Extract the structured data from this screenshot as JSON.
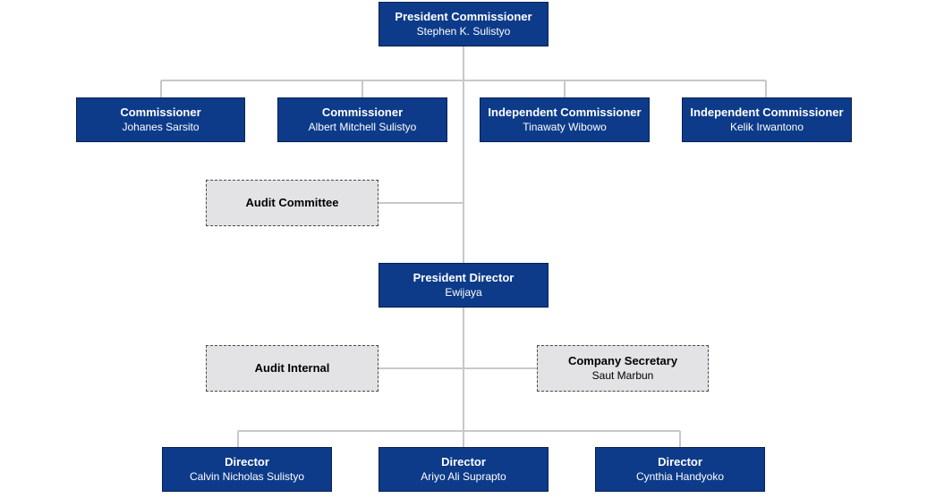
{
  "colors": {
    "primary_box": "#0d3b8a",
    "secondary_box": "#e3e3e5",
    "connector": "#c8c8c8"
  },
  "president_commissioner": {
    "title": "President Commissioner",
    "name": "Stephen K. Sulistyo"
  },
  "commissioners": [
    {
      "title": "Commissioner",
      "name": "Johanes Sarsito"
    },
    {
      "title": "Commissioner",
      "name": "Albert Mitchell Sulistyo"
    },
    {
      "title": "Independent Commissioner",
      "name": "Tinawaty Wibowo"
    },
    {
      "title": "Independent Commissioner",
      "name": "Kelik Irwantono"
    }
  ],
  "audit_committee": {
    "title": "Audit Committee"
  },
  "president_director": {
    "title": "President Director",
    "name": "Ewijaya"
  },
  "audit_internal": {
    "title": "Audit Internal"
  },
  "company_secretary": {
    "title": "Company Secretary",
    "name": "Saut Marbun"
  },
  "directors": [
    {
      "title": "Director",
      "name": "Calvin Nicholas Sulistyo"
    },
    {
      "title": "Director",
      "name": "Ariyo Ali Suprapto"
    },
    {
      "title": "Director",
      "name": "Cynthia Handyoko"
    }
  ]
}
